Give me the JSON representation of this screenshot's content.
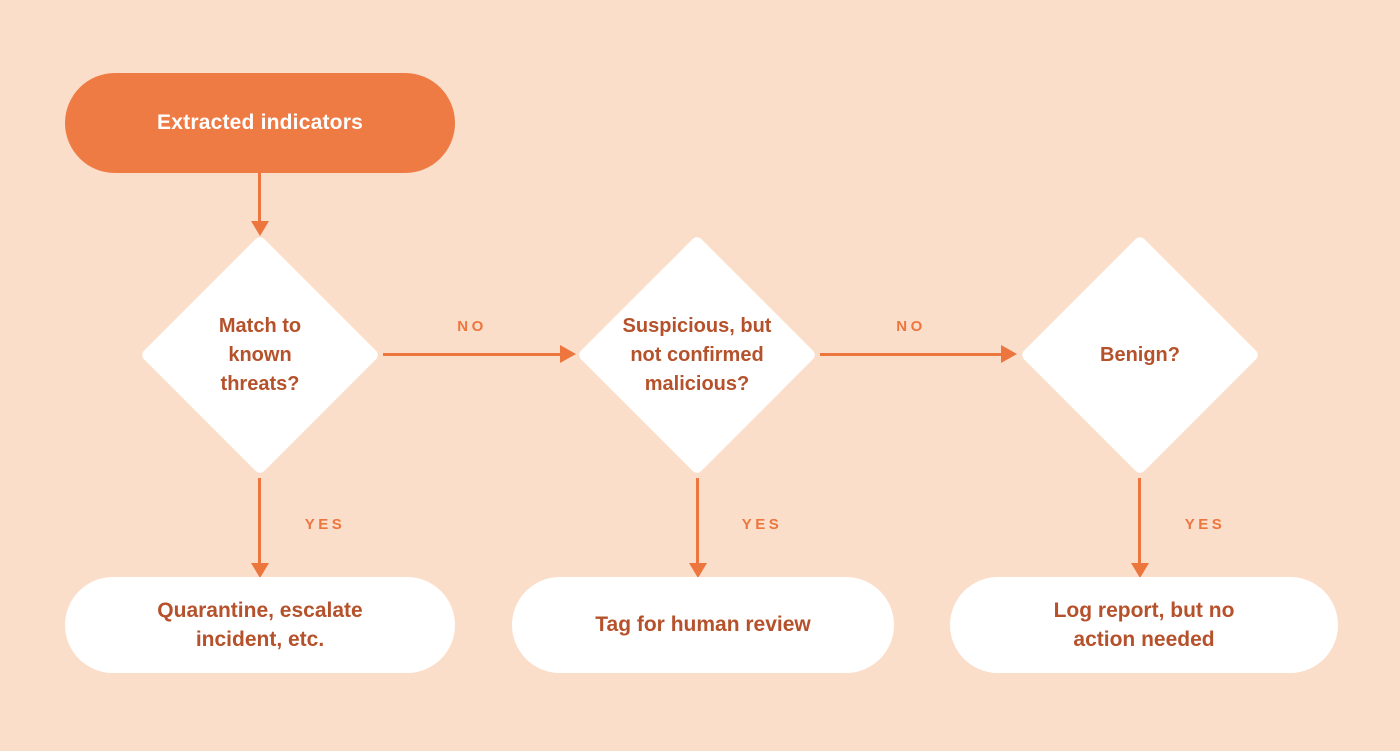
{
  "colors": {
    "background": "#FBDECA",
    "accent": "#ED753E",
    "node-fill": "#FFFFFF",
    "node-text": "#B5512B",
    "start-fill": "#EF7B44",
    "start-text": "#FFFFFF"
  },
  "flow": {
    "start": {
      "id": "extracted-indicators",
      "label": "Extracted indicators"
    },
    "decisions": [
      {
        "id": "match-known-threats",
        "label": "Match to\nknown\nthreats?"
      },
      {
        "id": "suspicious-not-confirmed",
        "label": "Suspicious, but\nnot confirmed\nmalicious?"
      },
      {
        "id": "benign",
        "label": "Benign?"
      }
    ],
    "outcomes": [
      {
        "id": "quarantine-escalate",
        "label": "Quarantine, escalate\nincident, etc."
      },
      {
        "id": "tag-human-review",
        "label": "Tag for human review"
      },
      {
        "id": "log-report",
        "label": "Log report, but no\naction needed"
      }
    ],
    "edges": [
      {
        "from": "extracted-indicators",
        "to": "match-known-threats",
        "label": ""
      },
      {
        "from": "match-known-threats",
        "to": "suspicious-not-confirmed",
        "label": "NO"
      },
      {
        "from": "suspicious-not-confirmed",
        "to": "benign",
        "label": "NO"
      },
      {
        "from": "match-known-threats",
        "to": "quarantine-escalate",
        "label": "YES"
      },
      {
        "from": "suspicious-not-confirmed",
        "to": "tag-human-review",
        "label": "YES"
      },
      {
        "from": "benign",
        "to": "log-report",
        "label": "YES"
      }
    ]
  }
}
